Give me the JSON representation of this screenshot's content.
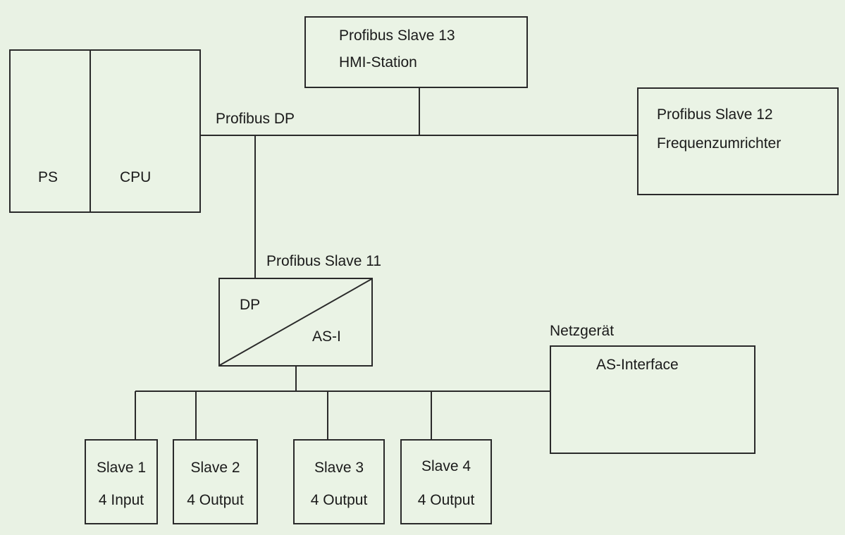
{
  "diagram": {
    "bus_label": "Profibus DP",
    "plc": {
      "ps_label": "PS",
      "cpu_label": "CPU"
    },
    "slave13": {
      "line1": "Profibus Slave 13",
      "line2": "HMI-Station"
    },
    "slave12": {
      "line1": "Profibus Slave 12",
      "line2": "Frequenzumrichter"
    },
    "slave11": {
      "title": "Profibus Slave 11",
      "dp_label": "DP",
      "asi_label": "AS-I"
    },
    "power_supply": {
      "title": "Netzgerät",
      "label": "AS-Interface"
    },
    "asi_slaves": [
      {
        "line1": "Slave 1",
        "line2": "4 Input"
      },
      {
        "line1": "Slave 2",
        "line2": "4 Output"
      },
      {
        "line1": "Slave 3",
        "line2": "4 Output"
      },
      {
        "line1": "Slave 4",
        "line2": "4 Output"
      }
    ]
  }
}
